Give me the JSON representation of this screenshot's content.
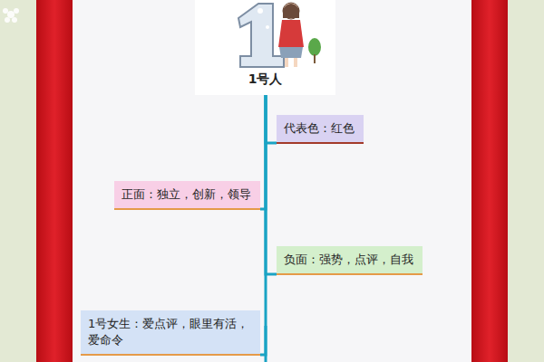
{
  "diagram": {
    "nodes": [
      {
        "text": [
          "1号人"
        ]
      },
      {
        "text": [
          "代表色：红色"
        ]
      },
      {
        "text": [
          "正面：独立，创新，领导"
        ]
      },
      {
        "text": [
          "负面：强势，点评，自我"
        ]
      },
      {
        "text": [
          "1号女生：爱点评，眼里有活，爱命令"
        ]
      }
    ],
    "edges": [
      {
        "from": 0,
        "to": 1,
        "arrow": "none"
      },
      {
        "from": 0,
        "to": 2,
        "arrow": "none"
      },
      {
        "from": 0,
        "to": 3,
        "arrow": "none"
      },
      {
        "from": 0,
        "to": 4,
        "arrow": "none"
      }
    ]
  }
}
